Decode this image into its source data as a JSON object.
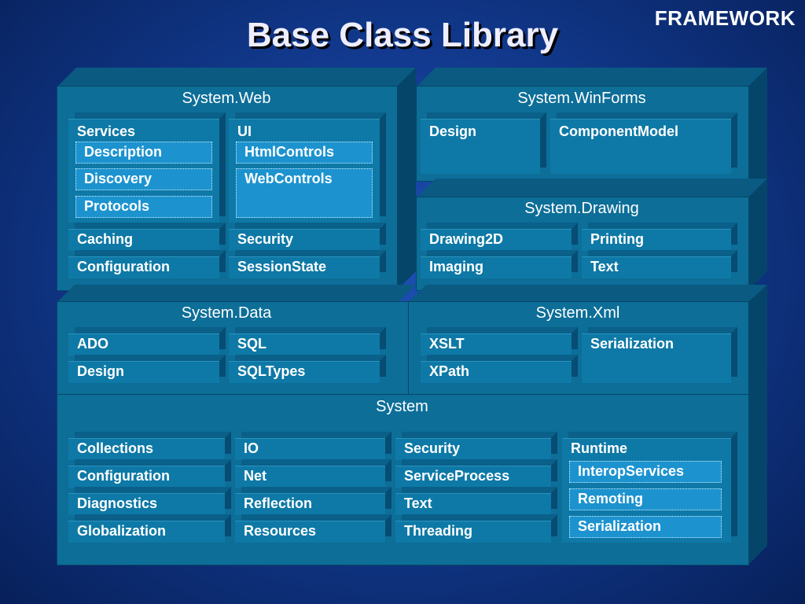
{
  "corner_label": "FRAMEWORK",
  "title": "Base Class Library",
  "web": {
    "title": "System.Web",
    "services": "Services",
    "services_items": [
      "Description",
      "Discovery",
      "Protocols"
    ],
    "ui": "UI",
    "ui_items": [
      "HtmlControls",
      "WebControls"
    ],
    "caching": "Caching",
    "security": "Security",
    "configuration": "Configuration",
    "session_state": "SessionState"
  },
  "winforms": {
    "title": "System.WinForms",
    "design": "Design",
    "component_model": "ComponentModel"
  },
  "drawing": {
    "title": "System.Drawing",
    "drawing2d": "Drawing2D",
    "printing": "Printing",
    "imaging": "Imaging",
    "text": "Text"
  },
  "data": {
    "title": "System.Data",
    "ado": "ADO",
    "sql": "SQL",
    "design": "Design",
    "sqltypes": "SQLTypes"
  },
  "xml": {
    "title": "System.Xml",
    "xslt": "XSLT",
    "xpath": "XPath",
    "serialization": "Serialization"
  },
  "system": {
    "title": "System",
    "col1": [
      "Collections",
      "Configuration",
      "Diagnostics",
      "Globalization"
    ],
    "col2": [
      "IO",
      "Net",
      "Reflection",
      "Resources"
    ],
    "col3": [
      "Security",
      "ServiceProcess",
      "Text",
      "Threading"
    ],
    "runtime": "Runtime",
    "runtime_items": [
      "InteropServices",
      "Remoting",
      "Serialization"
    ]
  }
}
